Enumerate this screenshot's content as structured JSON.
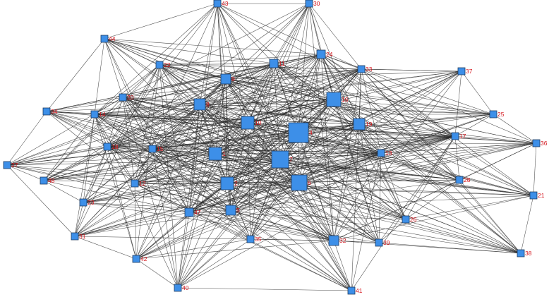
{
  "colors": {
    "node_fill": "#3d8fe8",
    "label_text": "#d4141c",
    "edge": "#2a2a2a",
    "background": "#ffffff"
  },
  "nodes": [
    {
      "id": "1",
      "label": "1"
    },
    {
      "id": "2",
      "label": "2"
    },
    {
      "id": "4",
      "label": "4"
    },
    {
      "id": "5",
      "label": "5"
    },
    {
      "id": "6",
      "label": "6"
    },
    {
      "id": "7",
      "label": "7"
    },
    {
      "id": "8",
      "label": "8"
    },
    {
      "id": "9",
      "label": "9"
    },
    {
      "id": "10",
      "label": "10"
    },
    {
      "id": "11",
      "label": "11"
    },
    {
      "id": "12",
      "label": "12"
    },
    {
      "id": "13",
      "label": "13"
    },
    {
      "id": "14",
      "label": "14"
    },
    {
      "id": "15",
      "label": "15"
    },
    {
      "id": "16",
      "label": "16"
    },
    {
      "id": "17",
      "label": "17"
    },
    {
      "id": "18",
      "label": "18"
    },
    {
      "id": "19",
      "label": "19"
    },
    {
      "id": "20",
      "label": "20"
    },
    {
      "id": "21",
      "label": "21"
    },
    {
      "id": "22",
      "label": "22"
    },
    {
      "id": "23",
      "label": "23"
    },
    {
      "id": "24",
      "label": "24"
    },
    {
      "id": "25",
      "label": "25"
    },
    {
      "id": "26",
      "label": "26"
    },
    {
      "id": "27",
      "label": "27"
    },
    {
      "id": "28",
      "label": "28"
    },
    {
      "id": "29",
      "label": "29"
    },
    {
      "id": "30",
      "label": "30"
    },
    {
      "id": "31",
      "label": "31"
    },
    {
      "id": "32",
      "label": "32"
    },
    {
      "id": "33",
      "label": "33"
    },
    {
      "id": "34",
      "label": "34"
    },
    {
      "id": "35",
      "label": "35"
    },
    {
      "id": "36",
      "label": "36"
    },
    {
      "id": "37",
      "label": "37"
    },
    {
      "id": "38",
      "label": "38"
    },
    {
      "id": "39",
      "label": "39"
    },
    {
      "id": "40",
      "label": "40"
    },
    {
      "id": "41",
      "label": "41"
    },
    {
      "id": "42",
      "label": "42"
    },
    {
      "id": "43",
      "label": "43"
    },
    {
      "id": "44",
      "label": "44"
    },
    {
      "id": "45",
      "label": "45"
    },
    {
      "id": "46",
      "label": "46"
    },
    {
      "id": "47",
      "label": "47"
    },
    {
      "id": "48",
      "label": "48"
    }
  ]
}
